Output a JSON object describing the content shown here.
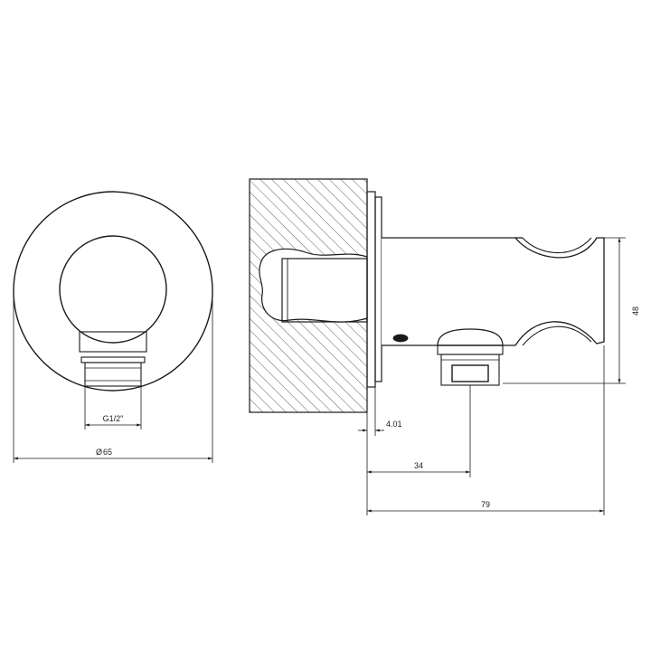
{
  "drawing": {
    "dimensions": {
      "thread": "G1/2\"",
      "diameter": "65",
      "diameter_symbol": "Ø",
      "flange_thickness": "4.01",
      "outlet_distance": "34",
      "total_length": "79",
      "height": "48"
    }
  }
}
